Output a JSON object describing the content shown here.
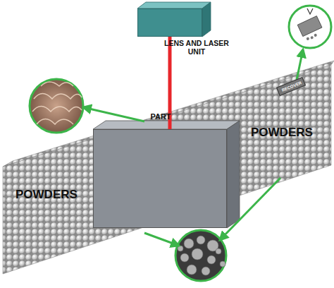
{
  "diagram": {
    "nodes": [
      {
        "text": [
          "LENS AND LASER UNIT"
        ]
      },
      {
        "text": [
          "PART"
        ]
      },
      {
        "text": [
          "RECOVER"
        ]
      }
    ],
    "edges": [
      {
        "from": 0,
        "to": 1,
        "arrow": "none"
      }
    ],
    "labels": [
      "POWDERS",
      "POWDERS"
    ]
  }
}
